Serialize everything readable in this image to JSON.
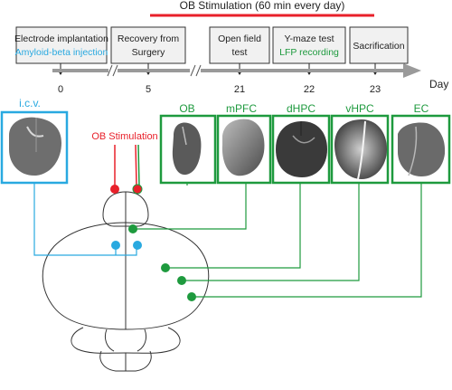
{
  "stimulation_banner": {
    "label": "OB Stimulation (60 min every day)",
    "color": "#e8202a"
  },
  "timeline": {
    "unit_label": "Day",
    "ticks": [
      {
        "day": "0",
        "box_lines": [
          "Electrode implantation",
          "Amyloid-beta injection"
        ],
        "line_colors": [
          "#222222",
          "#29a9e0"
        ]
      },
      {
        "day": "5",
        "box_lines": [
          "Recovery from",
          "Surgery"
        ],
        "line_colors": [
          "#222222",
          "#222222"
        ]
      },
      {
        "day": "21",
        "box_lines": [
          "Open field",
          "test"
        ],
        "line_colors": [
          "#222222",
          "#222222"
        ]
      },
      {
        "day": "22",
        "box_lines": [
          "Y-maze test",
          "LFP recording"
        ],
        "line_colors": [
          "#222222",
          "#1e9a3e"
        ]
      },
      {
        "day": "23",
        "box_lines": [
          "Sacrification"
        ],
        "line_colors": [
          "#222222"
        ]
      }
    ]
  },
  "icv": {
    "label": "i.c.v.",
    "color": "#29a9e0"
  },
  "ob_stim_label": {
    "text": "OB Stimulation",
    "color": "#e8202a"
  },
  "regions": [
    {
      "label": "OB"
    },
    {
      "label": "mPFC"
    },
    {
      "label": "dHPC"
    },
    {
      "label": "vHPC"
    },
    {
      "label": "EC"
    }
  ],
  "colors": {
    "green": "#1e9a3e",
    "blue": "#29a9e0",
    "red": "#e8202a",
    "gray_axis": "#9a9a9a"
  }
}
